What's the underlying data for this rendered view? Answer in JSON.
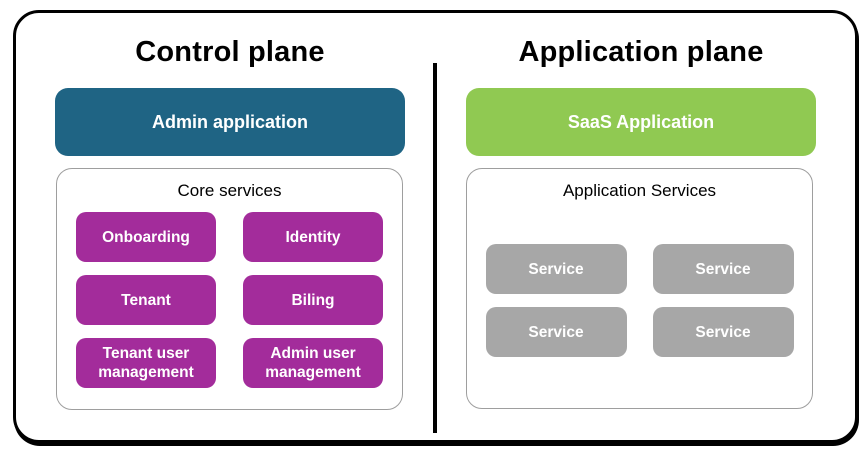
{
  "diagram": {
    "left": {
      "title": "Control plane",
      "app_box_label": "Admin application",
      "group": {
        "title": "Core services",
        "items": [
          "Onboarding",
          "Identity",
          "Tenant",
          "Biling",
          "Tenant user management",
          "Admin user management"
        ]
      }
    },
    "right": {
      "title": "Application plane",
      "app_box_label": "SaaS Application",
      "group": {
        "title": "Application Services",
        "items": [
          "Service",
          "Service",
          "Service",
          "Service"
        ]
      }
    },
    "colors": {
      "admin_app_bg": "#1F6484",
      "saas_app_bg": "#90C952",
      "core_service_bg": "#A32C9B",
      "app_service_bg": "#A7A7A7",
      "frame_border": "#000000",
      "group_border": "#9E9E9E",
      "box_text": "#FFFFFF",
      "title_text": "#000000"
    }
  }
}
